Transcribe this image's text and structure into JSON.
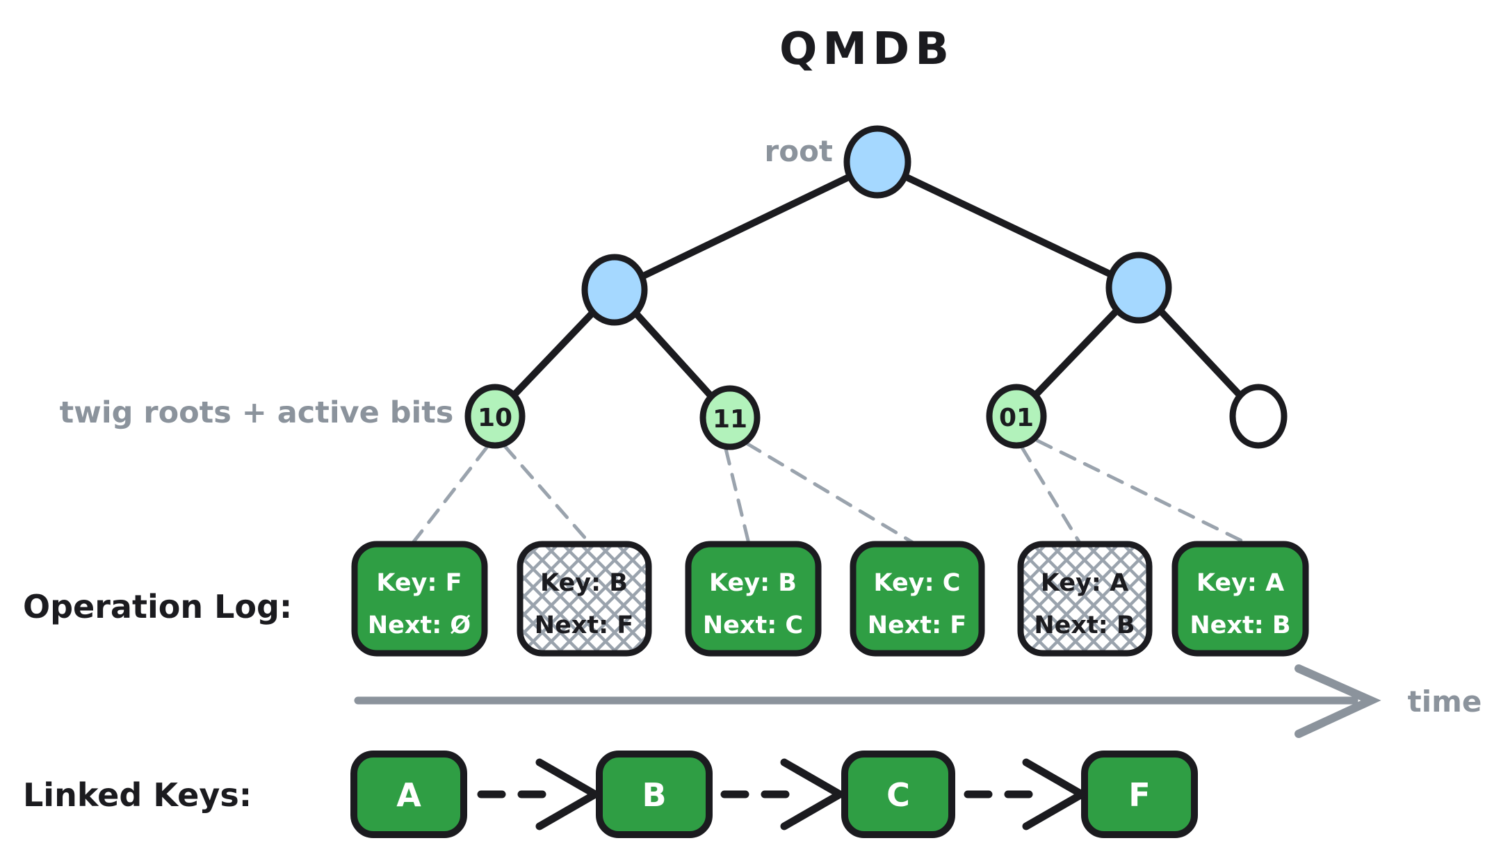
{
  "title": "QMDB",
  "tree": {
    "root_label": "root",
    "twig_caption": "twig roots + active bits",
    "twigs": [
      {
        "bits": "10"
      },
      {
        "bits": "11"
      },
      {
        "bits": "01"
      },
      {
        "bits": ""
      }
    ]
  },
  "operation_log": {
    "caption": "Operation Log:",
    "entries": [
      {
        "key": "Key: F",
        "next": "Next: Ø",
        "active": true
      },
      {
        "key": "Key: B",
        "next": "Next: F",
        "active": false
      },
      {
        "key": "Key: B",
        "next": "Next: C",
        "active": true
      },
      {
        "key": "Key: C",
        "next": "Next: F",
        "active": true
      },
      {
        "key": "Key: A",
        "next": "Next: B",
        "active": false
      },
      {
        "key": "Key: A",
        "next": "Next: B",
        "active": true
      }
    ],
    "time_label": "time"
  },
  "linked_keys": {
    "caption": "Linked Keys:",
    "nodes": [
      {
        "label": "A"
      },
      {
        "label": "B"
      },
      {
        "label": "C"
      },
      {
        "label": "F"
      }
    ]
  },
  "colors": {
    "node_blue": "#a5d8ff",
    "node_green_light": "#b2f2bb",
    "box_green": "#2f9e44",
    "hatch_gray": "#9aa3ad",
    "label_gray": "#8b939c",
    "ink_black": "#1b1b1f",
    "background": "#ffffff"
  }
}
